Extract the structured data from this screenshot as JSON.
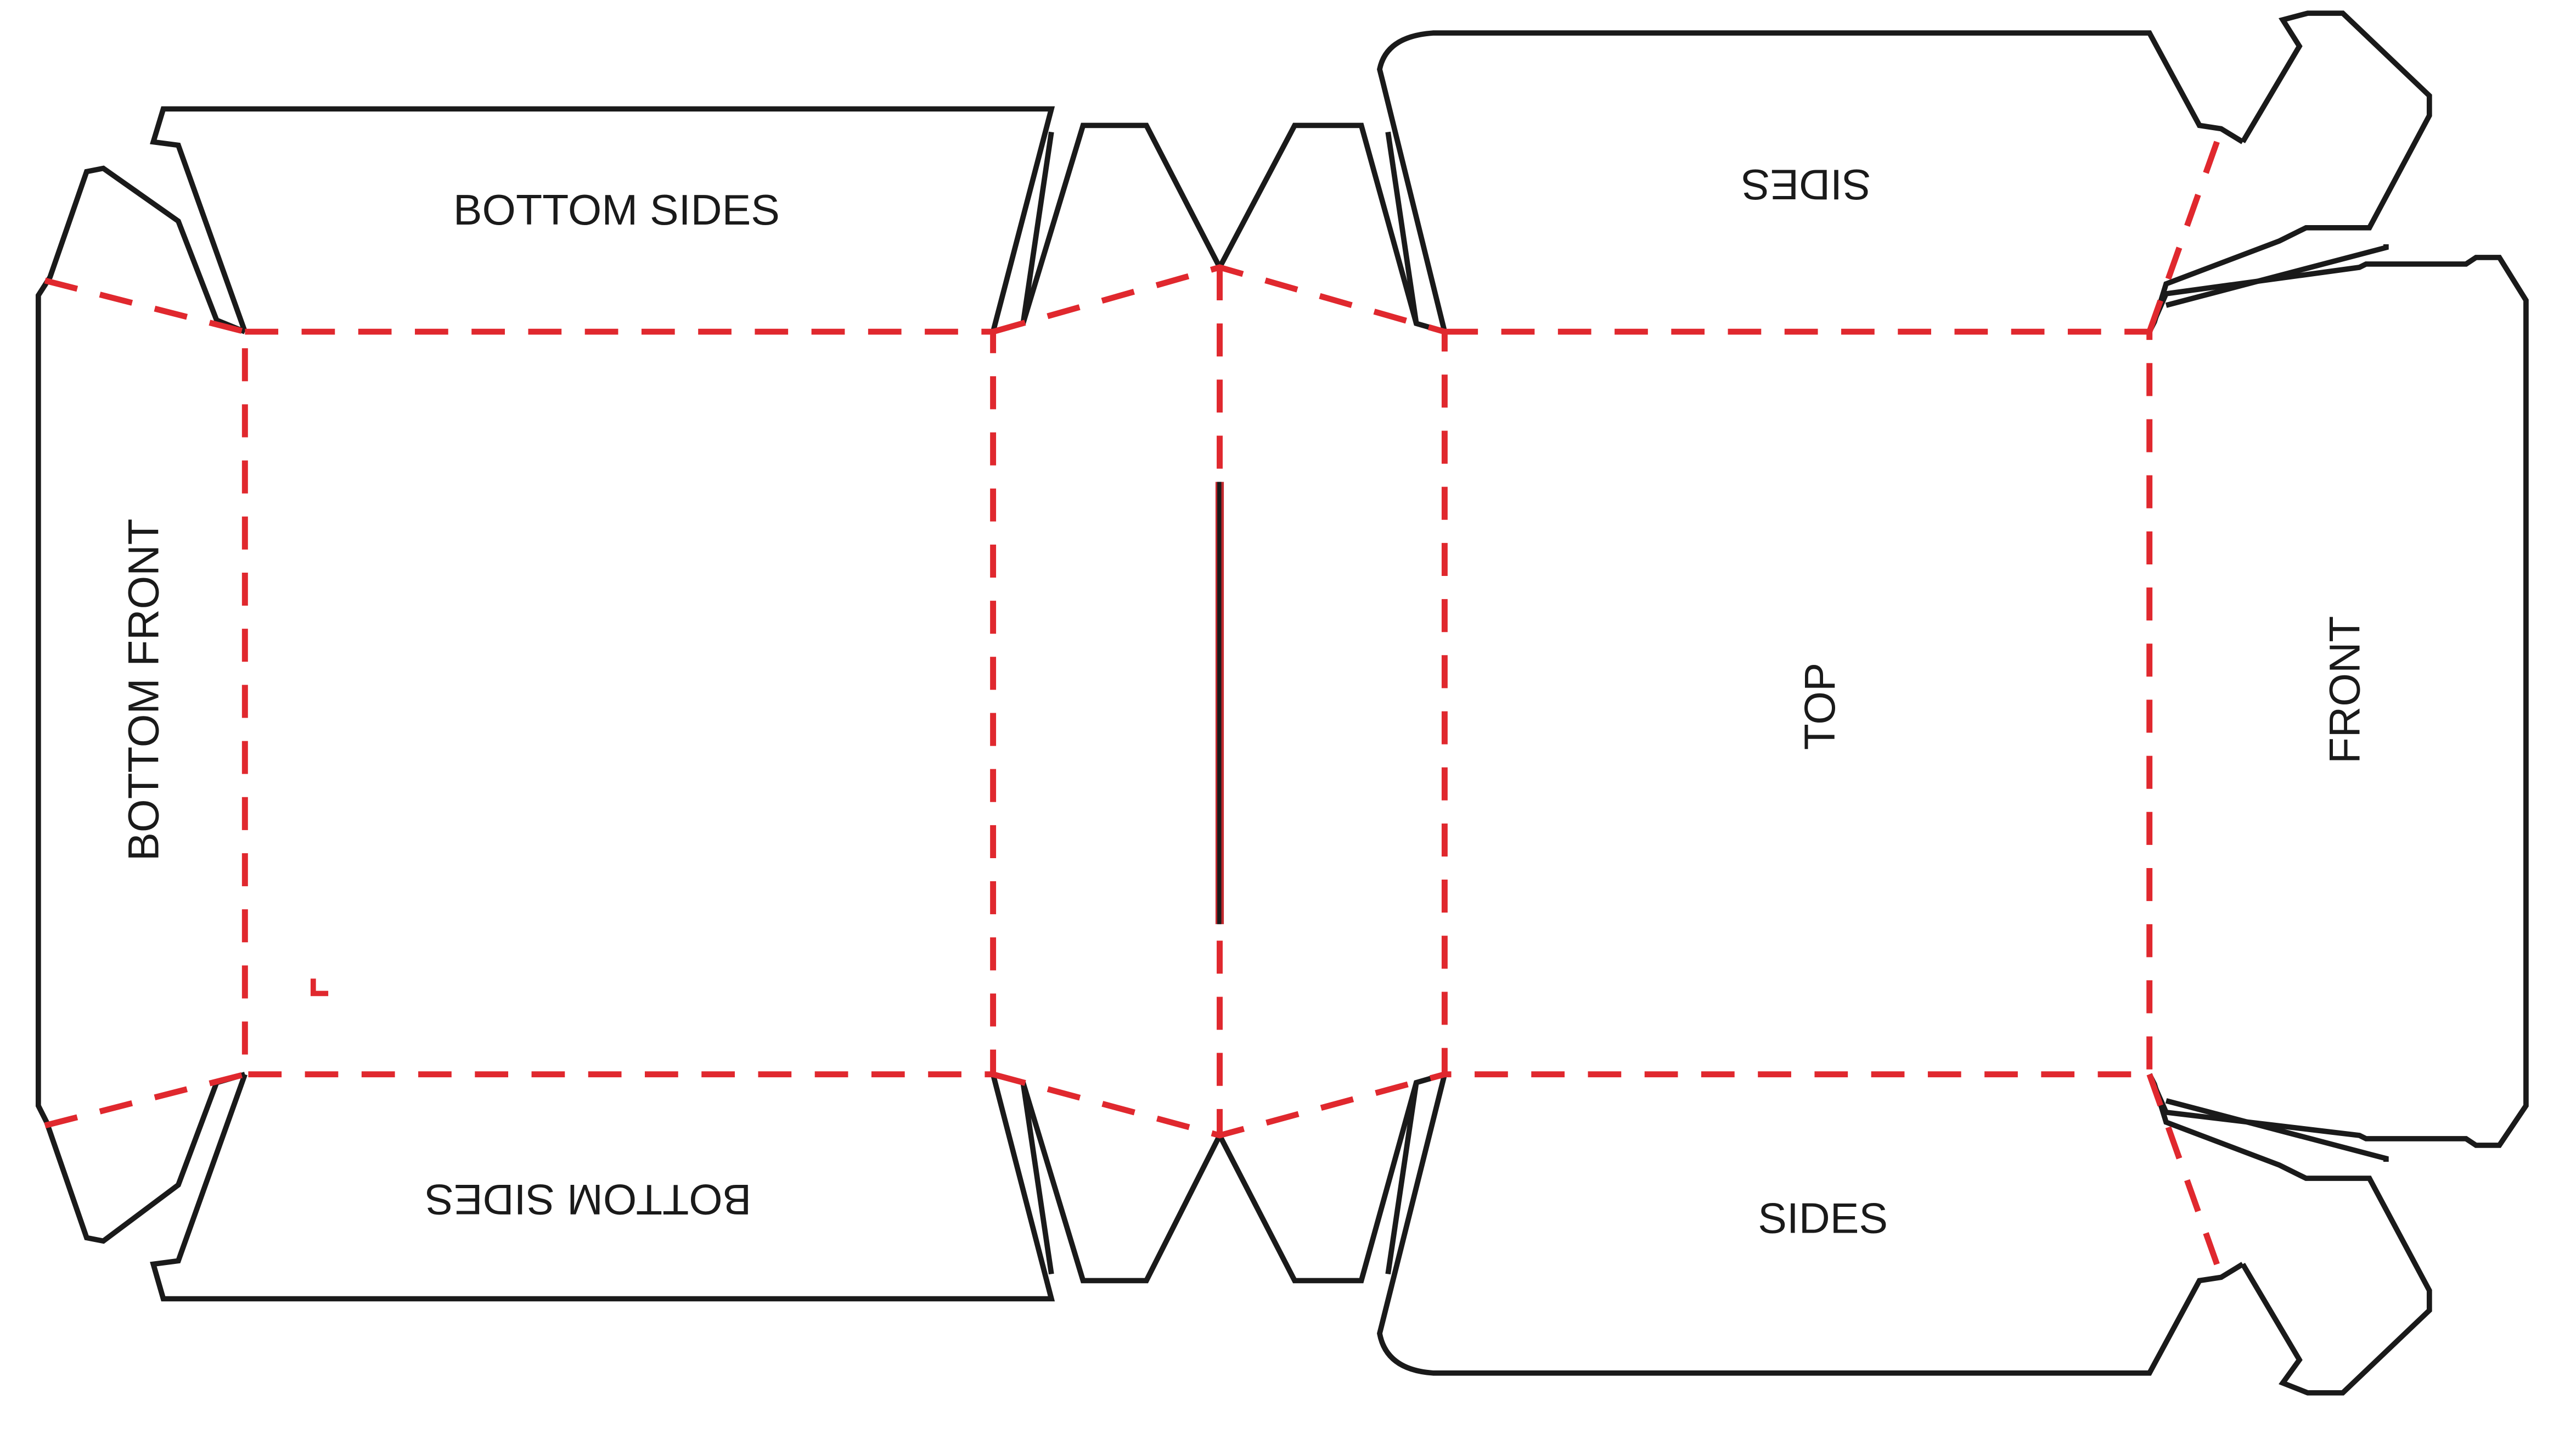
{
  "labels": {
    "bottom_sides_top": "BOTTOM SIDES",
    "bottom_sides_bottom": "BOTTOM SIDES",
    "bottom_front": "BOTTOM FRONT",
    "sides_top": "SIDES",
    "sides_bottom": "SIDES",
    "top": "TOP",
    "front": "FRONT"
  },
  "colors": {
    "cut_line": "#1a1a1a",
    "fold_line": "#e0282e",
    "slot": "#1a1a1a",
    "slot_edge": "#c0282e"
  }
}
